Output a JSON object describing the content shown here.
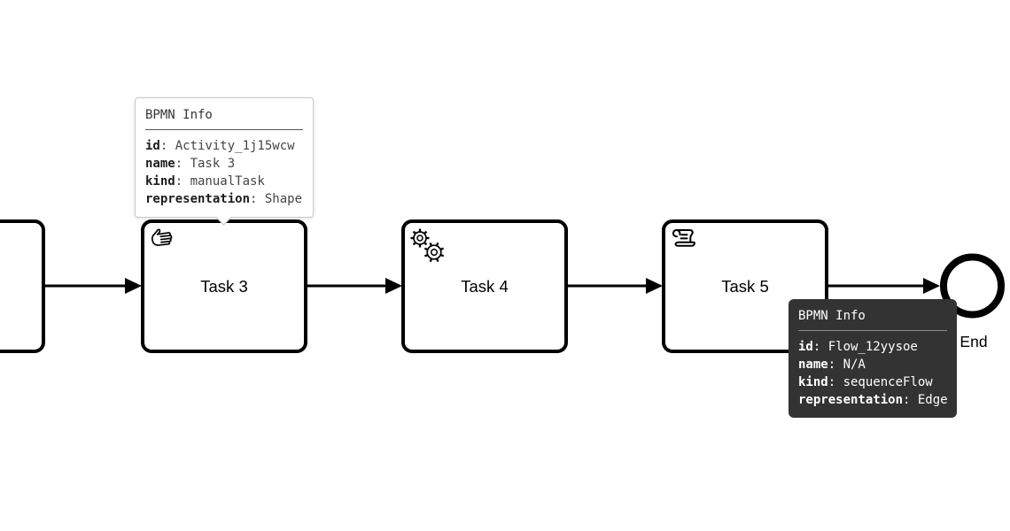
{
  "colors": {
    "background": "#ffffff",
    "shape_stroke": "#000000",
    "tooltip_dark_bg": "#333333",
    "tooltip_light_border": "#c9c9c9"
  },
  "diagram": {
    "tasks": [
      {
        "label": "",
        "icon": "none",
        "note": "partially visible at left edge"
      },
      {
        "label": "Task 3",
        "icon": "hand-icon"
      },
      {
        "label": "Task 4",
        "icon": "gears-icon"
      },
      {
        "label": "Task 5",
        "icon": "scroll-icon"
      }
    ],
    "end_event_label": "End"
  },
  "tooltip_shape": {
    "title": "BPMN Info",
    "separator": ": ",
    "rows": [
      {
        "label": "id",
        "value": "Activity_1j15wcw"
      },
      {
        "label": "name",
        "value": "Task 3"
      },
      {
        "label": "kind",
        "value": "manualTask"
      },
      {
        "label": "representation",
        "value": "Shape"
      }
    ]
  },
  "tooltip_edge": {
    "title": "BPMN Info",
    "separator": ": ",
    "rows": [
      {
        "label": "id",
        "value": "Flow_12yysoe"
      },
      {
        "label": "name",
        "value": "N/A"
      },
      {
        "label": "kind",
        "value": "sequenceFlow"
      },
      {
        "label": "representation",
        "value": "Edge"
      }
    ]
  }
}
